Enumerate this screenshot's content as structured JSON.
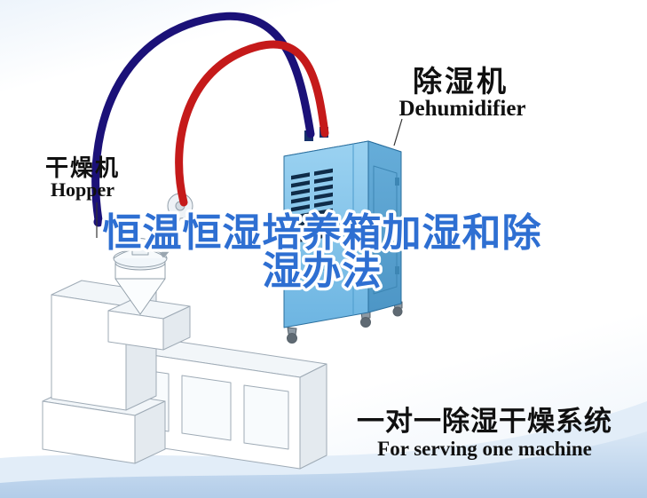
{
  "title": {
    "line1": "恒温恒湿培养箱加湿和除",
    "line2": "湿办法"
  },
  "labels": {
    "dehumidifier_zh": "除湿机",
    "dehumidifier_en": "Dehumidifier",
    "hopper_zh": "干燥机",
    "hopper_en": "Hopper"
  },
  "caption": {
    "zh": "一对一除湿干燥系统",
    "en": "For serving one machine"
  },
  "colors": {
    "title_blue": "#2e6fd2",
    "pipe_red": "#c51a1a",
    "pipe_navy": "#1b1178",
    "dehumidifier_body": "#7fc2e8",
    "wave_light_blue": "#c7dcf0"
  }
}
